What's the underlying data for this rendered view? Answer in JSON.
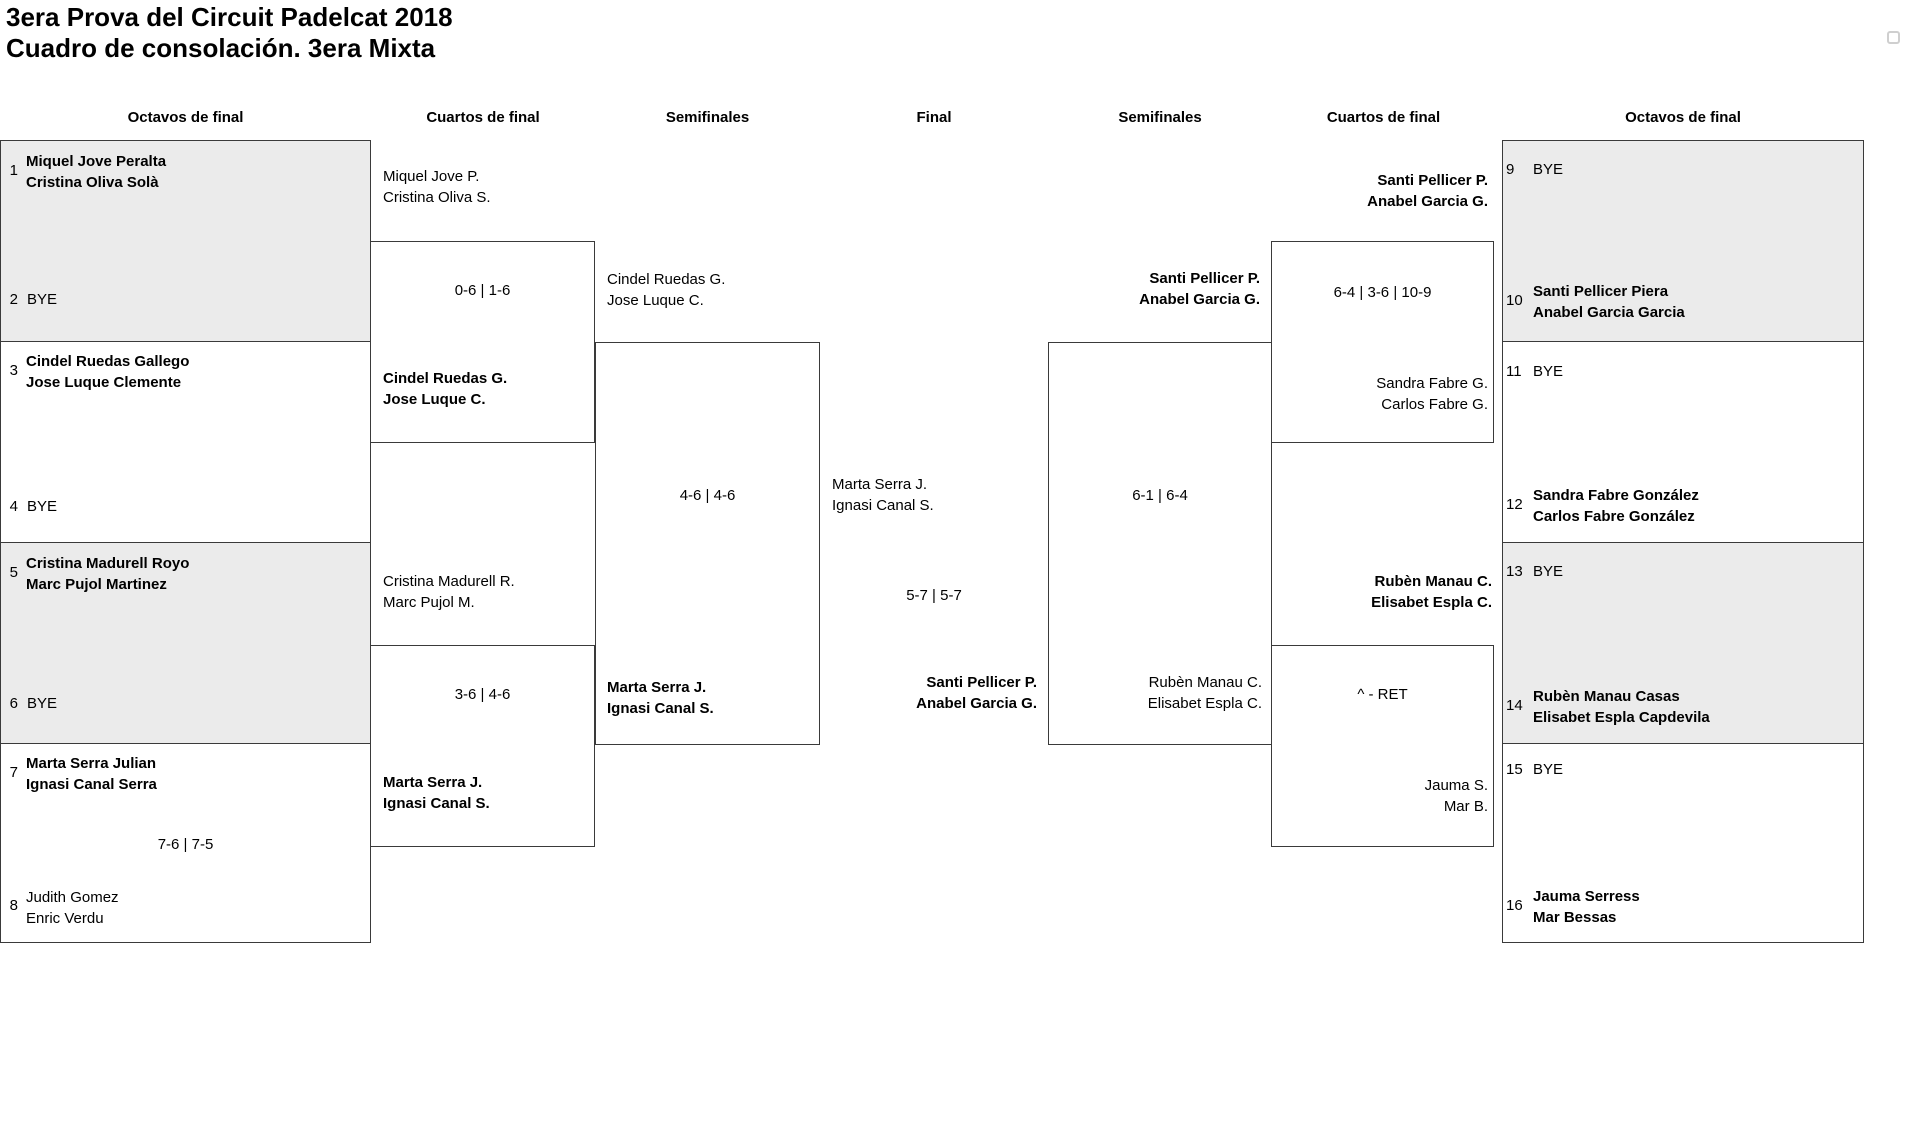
{
  "title": {
    "line1": "3era Prova del Circuit Padelcat 2018",
    "line2": "Cuadro de consolación. 3era Mixta"
  },
  "rounds": [
    "Octavos de final",
    "Cuartos de final",
    "Semifinales",
    "Final",
    "Semifinales",
    "Cuartos de final",
    "Octavos de final"
  ],
  "colors": {
    "row_alt": "#ebebeb",
    "border": "#3a3a3a"
  },
  "lo": [
    {
      "seed_top": "1",
      "top1": "Miquel Jove Peralta",
      "top2": "Cristina Oliva Solà",
      "seed_bottom": "2",
      "bottom1": "BYE"
    },
    {
      "seed_top": "3",
      "top1": "Cindel Ruedas Gallego",
      "top2": "Jose Luque Clemente",
      "seed_bottom": "4",
      "bottom1": "BYE"
    },
    {
      "seed_top": "5",
      "top1": "Cristina Madurell Royo",
      "top2": "Marc Pujol Martinez",
      "seed_bottom": "6",
      "bottom1": "BYE"
    },
    {
      "seed_top": "7",
      "top1": "Marta Serra Julian",
      "top2": "Ignasi Canal Serra",
      "score": "7-6 | 7-5",
      "seed_bottom": "8",
      "bottom1": "Judith Gomez",
      "bottom2": "Enric Verdu"
    }
  ],
  "ro": [
    {
      "seed_top": "9",
      "top1": "BYE",
      "seed_bottom": "10",
      "bottom1": "Santi Pellicer Piera",
      "bottom2": "Anabel Garcia Garcia"
    },
    {
      "seed_top": "11",
      "top1": "BYE",
      "seed_bottom": "12",
      "bottom1": "Sandra Fabre González",
      "bottom2": "Carlos Fabre González"
    },
    {
      "seed_top": "13",
      "top1": "BYE",
      "seed_bottom": "14",
      "bottom1": "Rubèn Manau Casas",
      "bottom2": "Elisabet Espla Capdevila"
    },
    {
      "seed_top": "15",
      "top1": "BYE",
      "seed_bottom": "16",
      "bottom1": "Jauma Serress",
      "bottom2": "Mar Bessas"
    }
  ],
  "lq": [
    {
      "top1": "Miquel Jove P.",
      "top2": "Cristina Oliva S.",
      "score": "0-6 | 1-6",
      "bottom1": "Cindel Ruedas G.",
      "bottom2": "Jose Luque C."
    },
    {
      "top1": "Cristina Madurell R.",
      "top2": "Marc Pujol M.",
      "score": "3-6 | 4-6",
      "bottom1": "Marta Serra J.",
      "bottom2": "Ignasi Canal S."
    }
  ],
  "ls": {
    "top1": "Cindel Ruedas G.",
    "top2": "Jose Luque C.",
    "score": "4-6 | 4-6",
    "bottom1": "Marta Serra J.",
    "bottom2": "Ignasi Canal S."
  },
  "fin": {
    "top1": "Marta Serra J.",
    "top2": "Ignasi Canal S.",
    "score": "5-7 | 5-7",
    "bottom1": "Santi Pellicer P.",
    "bottom2": "Anabel Garcia G."
  },
  "rs": {
    "top1": "Santi Pellicer P.",
    "top2": "Anabel Garcia G.",
    "score": "6-1 | 6-4",
    "bottom1": "Rubèn Manau C.",
    "bottom2": "Elisabet Espla C."
  },
  "rq": [
    {
      "top1": "Santi Pellicer P.",
      "top2": "Anabel Garcia G.",
      "score": "6-4 | 3-6 | 10-9",
      "bottom1": "Sandra Fabre G.",
      "bottom2": "Carlos Fabre G."
    },
    {
      "top1": "Rubèn Manau C.",
      "top2": "Elisabet Espla C.",
      "score": "^ - RET",
      "bottom1": "Jauma S.",
      "bottom2": "Mar B."
    }
  ]
}
